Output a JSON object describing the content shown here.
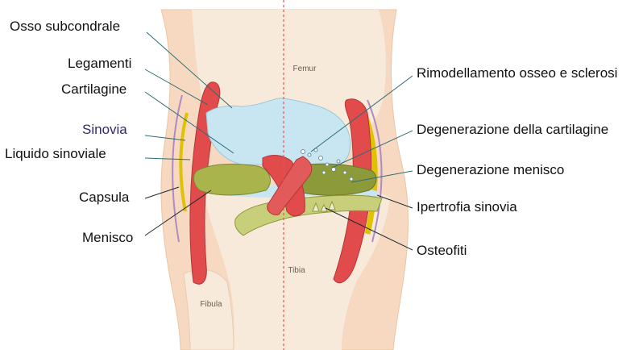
{
  "labels": {
    "left": {
      "osso_subcondrale": "Osso subcondrale",
      "legamenti": "Legamenti",
      "cartilagine": "Cartilagine",
      "sinovia": "Sinovia",
      "liquido_sinoviale": "Liquido sinoviale",
      "capsula": "Capsula",
      "menisco": "Menisco"
    },
    "right": {
      "rimodellamento": "Rimodellamento osseo e sclerosi",
      "degenerazione_cartilagine": "Degenerazione della cartilagine",
      "degenerazione_menisco": "Degenerazione menisco",
      "ipertrofia_sinovia": "Ipertrofia sinovia",
      "osteofiti": "Osteofiti"
    },
    "bones": {
      "femur": "Femur",
      "tibia": "Tibia",
      "fibula": "Fibula"
    }
  },
  "colors": {
    "skin": "#f6d9c0",
    "bone": "#f8eada",
    "cartilage": "#c8e6f1",
    "ligament": "#e14b4b",
    "meniscus": "#a9b54c",
    "meniscus_degenerated": "#8d9a3a",
    "synovium": "#e0c300",
    "capsule": "#b08ac4",
    "midline": "#d65a5a",
    "leader": "#2c6d74"
  }
}
